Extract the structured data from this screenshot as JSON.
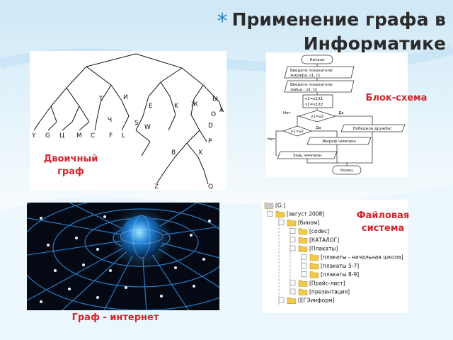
{
  "slide": {
    "title_line1": "Применение графа в",
    "title_line2": "Информатике",
    "bullet_star": "*"
  },
  "binary_tree": {
    "label_line1": "Двоичный",
    "label_line2": "граф"
  },
  "flowchart": {
    "label": "Блок-схема",
    "start": "Начало",
    "input1_line1": "Введите показатели",
    "input1_line2": "жирафа: s1, t1",
    "input2_line1": "Введите показатели",
    "input2_line2": "зайца : s2, t2",
    "calc_line1": "v1=s1/t1",
    "calc_line2": "v2=s2/t2",
    "cond1": "v1=v2",
    "cond2": "v1>v2",
    "no1": "Нет",
    "yes1": "Да",
    "no2": "Нет",
    "yes2": "Да",
    "friend": "Победила дружба!",
    "giraffe": "Жираф чемпион",
    "hare": "Заяц чемпион",
    "end": "Конец"
  },
  "filesystem": {
    "label_line1": "Файловая",
    "label_line2": "система",
    "items": [
      {
        "text": "[G:]"
      },
      {
        "text": "[август 2008]"
      },
      {
        "text": "[бином]"
      },
      {
        "text": "[codec]"
      },
      {
        "text": "[КАТАЛОГ]"
      },
      {
        "text": "[Плакаты]"
      },
      {
        "text": "[плакаты - начальная школа]"
      },
      {
        "text": "[плакаты 5-7]"
      },
      {
        "text": "[плакаты 8-9]"
      },
      {
        "text": "[Прайс-лист]"
      },
      {
        "text": "[презентация]"
      },
      {
        "text": "[ЕГЭинформ]"
      }
    ]
  },
  "internet": {
    "label": "Граф - интернет"
  }
}
